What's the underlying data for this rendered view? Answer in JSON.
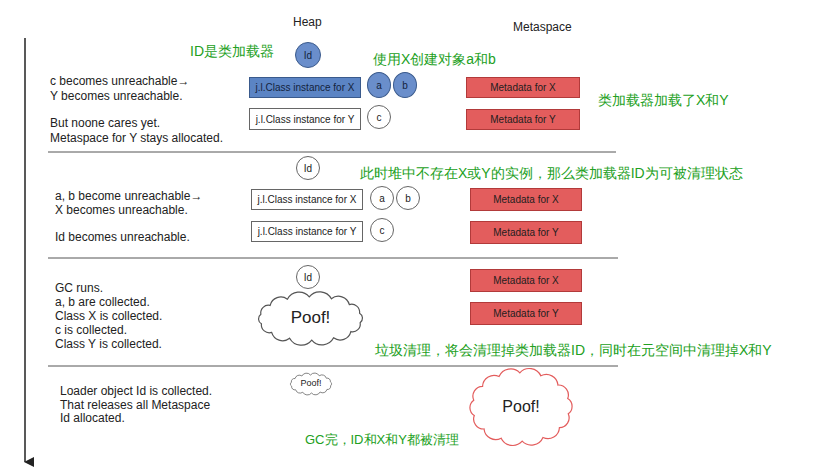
{
  "diagram": {
    "nodes": [
      {
        "text": [
          "Id"
        ]
      },
      {
        "text": [
          "j.l.Class instance for X"
        ]
      },
      {
        "text": [
          "a"
        ]
      },
      {
        "text": [
          "b"
        ]
      },
      {
        "text": [
          "Metadata for X"
        ]
      },
      {
        "text": [
          "j.l.Class instance for Y"
        ]
      },
      {
        "text": [
          "c"
        ]
      },
      {
        "text": [
          "Metadata for Y"
        ]
      },
      {
        "text": [
          "Id"
        ]
      },
      {
        "text": [
          "j.l.Class instance for X"
        ]
      },
      {
        "text": [
          "a"
        ]
      },
      {
        "text": [
          "b"
        ]
      },
      {
        "text": [
          "Metadata for X"
        ]
      },
      {
        "text": [
          "j.l.Class instance for Y"
        ]
      },
      {
        "text": [
          "c"
        ]
      },
      {
        "text": [
          "Metadata for Y"
        ]
      },
      {
        "text": [
          "Id"
        ]
      },
      {
        "text": [
          "Poof!"
        ]
      },
      {
        "text": [
          "Metadata for X"
        ]
      },
      {
        "text": [
          "Metadata for Y"
        ]
      },
      {
        "text": [
          "Poof!"
        ]
      },
      {
        "text": [
          "Poof!"
        ]
      }
    ],
    "labels": [
      "Heap",
      "Metaspace",
      "ID是类加载器",
      "使用X创建对象a和b",
      "c becomes unreachable→ Y becomes unreachable.",
      "类加载器加载了X和Y",
      "But noone cares yet. Metaspace for Y stays allocated.",
      "此时堆中不存在X或Y的实例，那么类加载器ID为可被清理状态",
      "a, b become unreachable→ X becomes unreachable.",
      "Id becomes unreachable.",
      "GC runs. a, b are collected. Class X is collected. c is collected. Class Y is collected.",
      "垃圾清理，将会清理掉类加载器ID，同时在元空间中清理掉X和Y",
      "Loader object Id is collected. That releases all Metaspace Id allocated.",
      "GC完，ID和X和Y都被清理"
    ]
  }
}
